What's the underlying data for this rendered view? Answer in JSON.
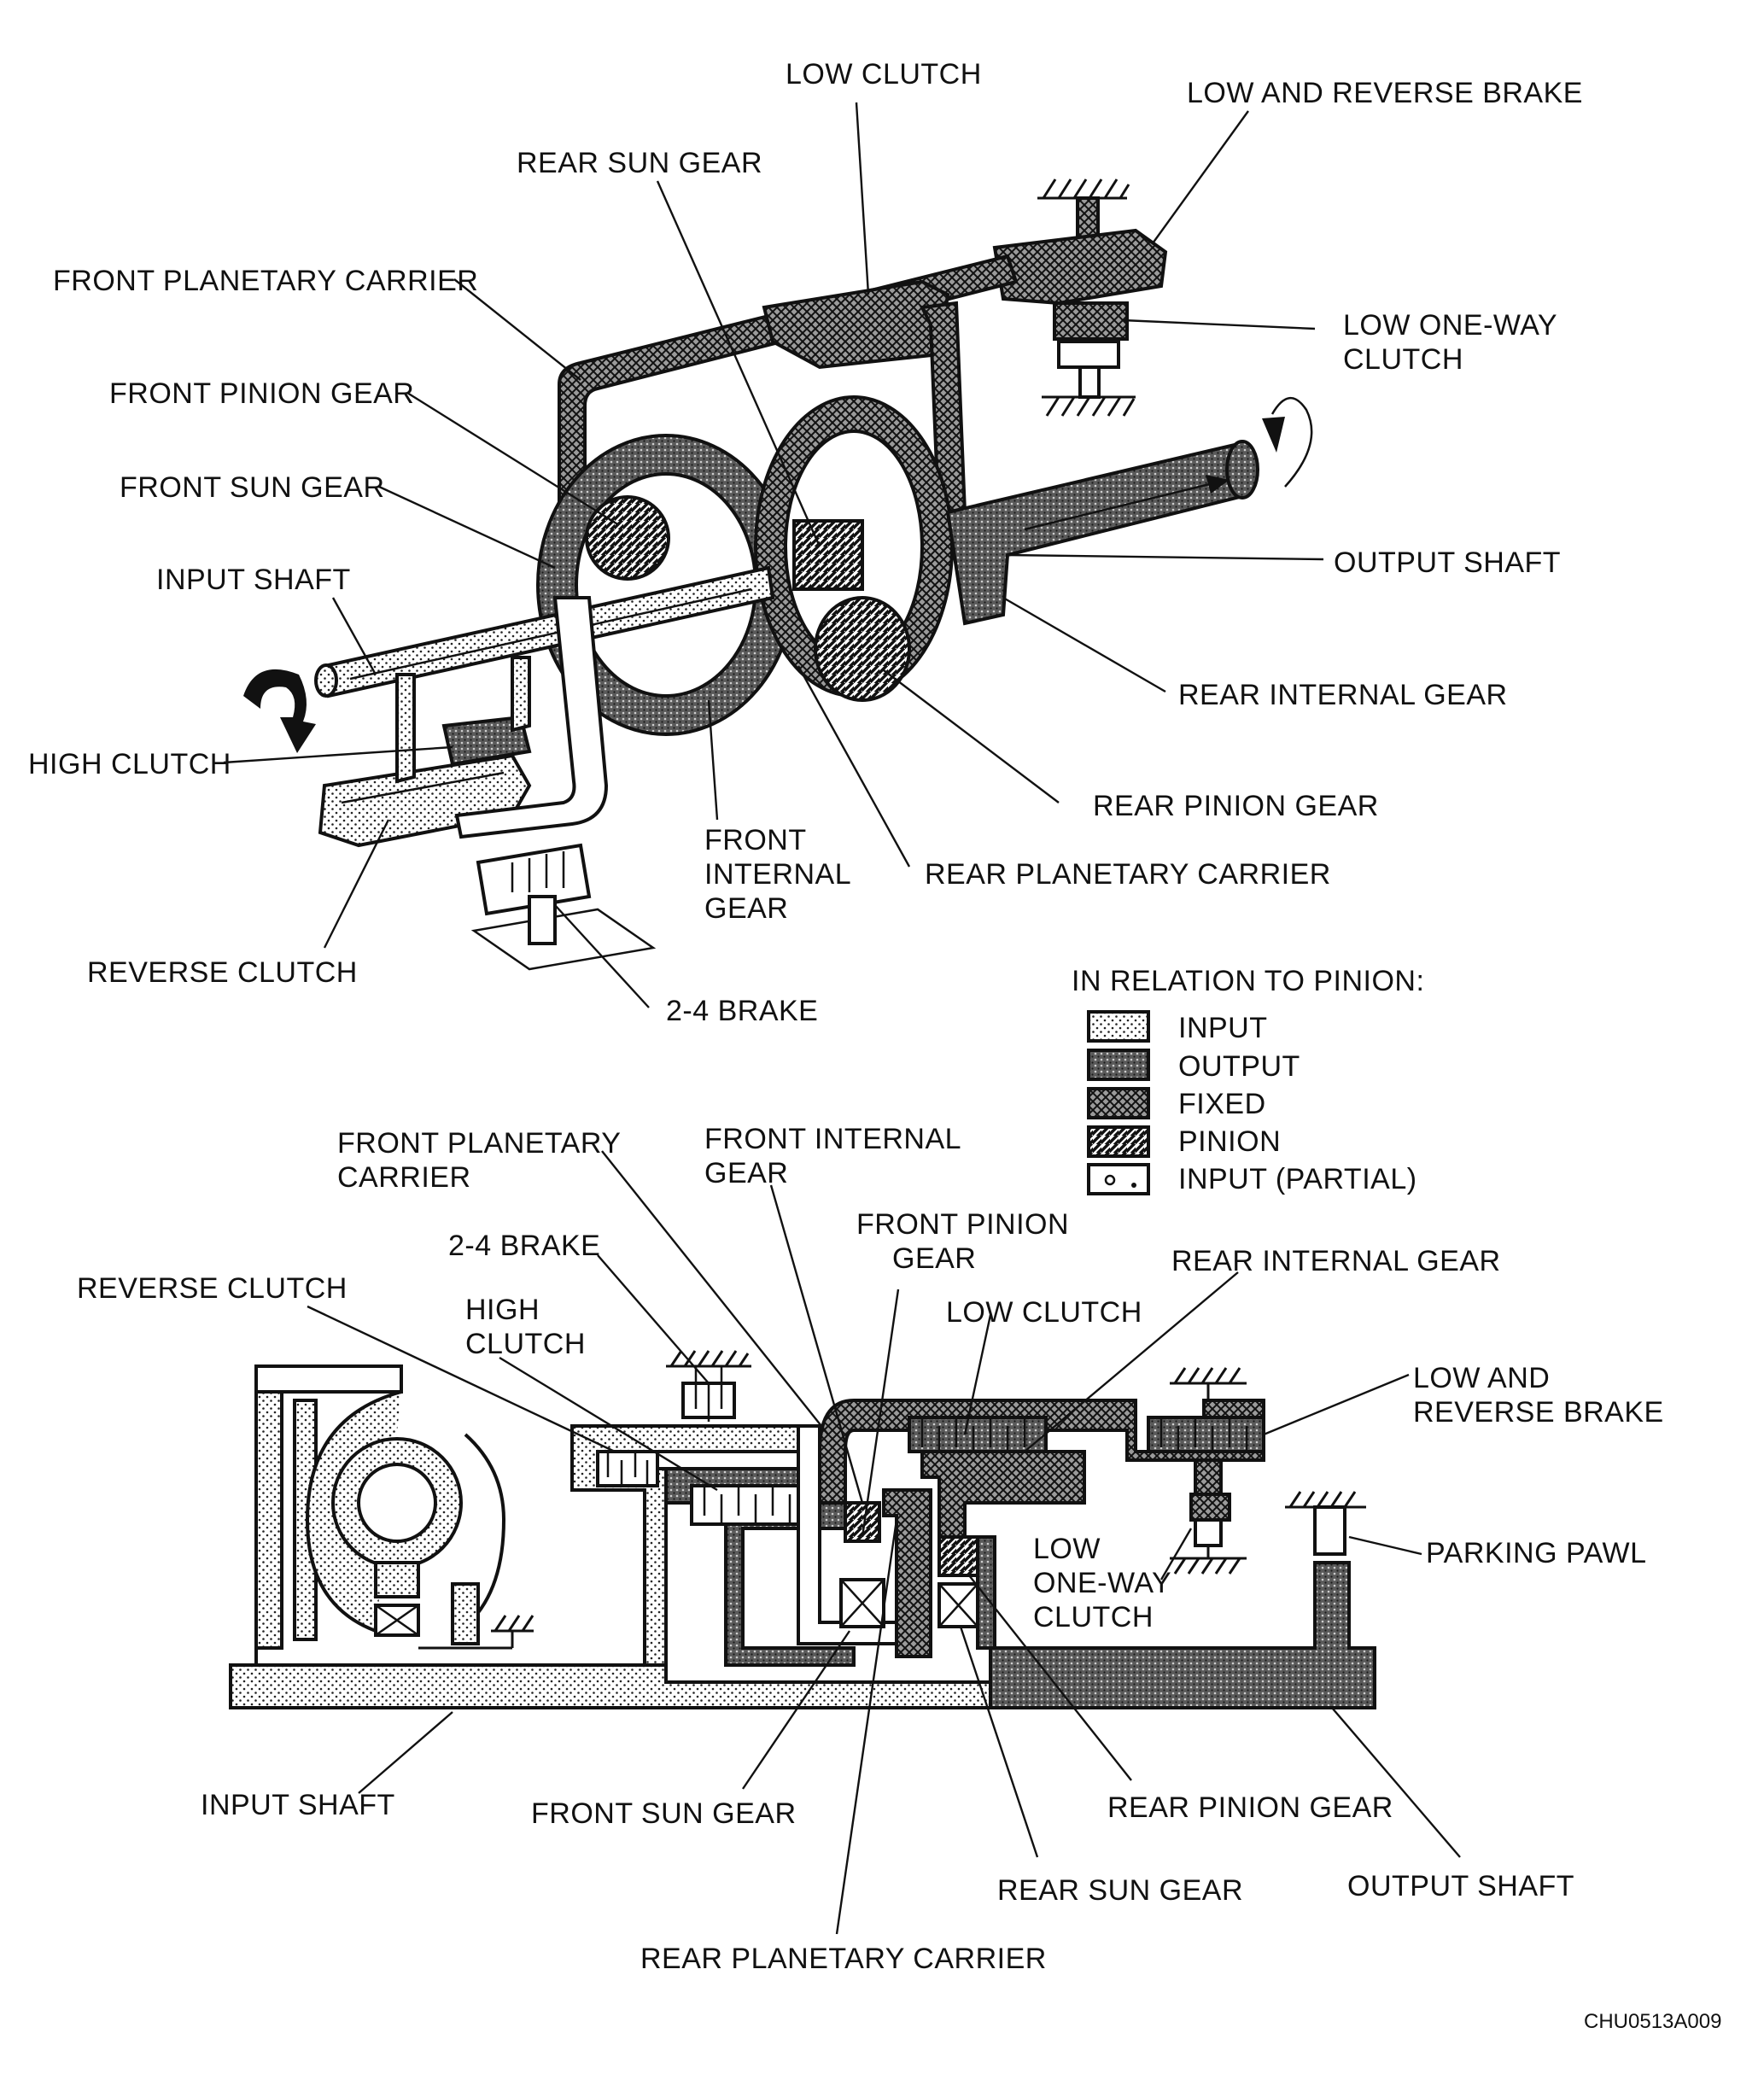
{
  "top_view": {
    "low_clutch": "LOW CLUTCH",
    "low_and_reverse_brake": "LOW AND REVERSE BRAKE",
    "rear_sun_gear": "REAR SUN GEAR",
    "front_planetary_carrier": "FRONT PLANETARY CARRIER",
    "low_one_way_clutch_1": "LOW ONE-WAY",
    "low_one_way_clutch_2": "CLUTCH",
    "front_pinion_gear": "FRONT PINION GEAR",
    "front_sun_gear": "FRONT SUN GEAR",
    "output_shaft": "OUTPUT SHAFT",
    "input_shaft": "INPUT SHAFT",
    "rear_internal_gear": "REAR INTERNAL GEAR",
    "high_clutch": "HIGH CLUTCH",
    "rear_pinion_gear": "REAR PINION GEAR",
    "front_internal_gear_1": "FRONT",
    "front_internal_gear_2": "INTERNAL",
    "front_internal_gear_3": "GEAR",
    "rear_planetary_carrier": "REAR PLANETARY CARRIER",
    "reverse_clutch": "REVERSE CLUTCH",
    "brake_2_4": "2-4 BRAKE"
  },
  "legend": {
    "title": "IN RELATION TO PINION:",
    "items": [
      {
        "label": "INPUT",
        "pattern": "dots"
      },
      {
        "label": "OUTPUT",
        "pattern": "dense"
      },
      {
        "label": "FIXED",
        "pattern": "crosshatch"
      },
      {
        "label": "PINION",
        "pattern": "diagonal"
      },
      {
        "label": "INPUT (PARTIAL)",
        "pattern": "partial"
      }
    ]
  },
  "bottom_view": {
    "front_planetary_carrier_1": "FRONT PLANETARY",
    "front_planetary_carrier_2": "CARRIER",
    "front_internal_gear_1": "FRONT INTERNAL",
    "front_internal_gear_2": "GEAR",
    "brake_2_4": "2-4 BRAKE",
    "front_pinion_gear_1": "FRONT PINION",
    "front_pinion_gear_2": "GEAR",
    "reverse_clutch": "REVERSE CLUTCH",
    "rear_internal_gear": "REAR INTERNAL GEAR",
    "high_clutch_1": "HIGH",
    "high_clutch_2": "CLUTCH",
    "low_clutch": "LOW CLUTCH",
    "low_and_reverse_brake_1": "LOW AND",
    "low_and_reverse_brake_2": "REVERSE BRAKE",
    "low_one_way_clutch_1": "LOW",
    "low_one_way_clutch_2": "ONE-WAY",
    "low_one_way_clutch_3": "CLUTCH",
    "parking_pawl": "PARKING PAWL",
    "input_shaft": "INPUT SHAFT",
    "front_sun_gear": "FRONT SUN GEAR",
    "rear_pinion_gear": "REAR PINION GEAR",
    "rear_sun_gear": "REAR SUN GEAR",
    "output_shaft": "OUTPUT SHAFT",
    "rear_planetary_carrier": "REAR PLANETARY CARRIER"
  },
  "figure_code": "CHU0513A009"
}
